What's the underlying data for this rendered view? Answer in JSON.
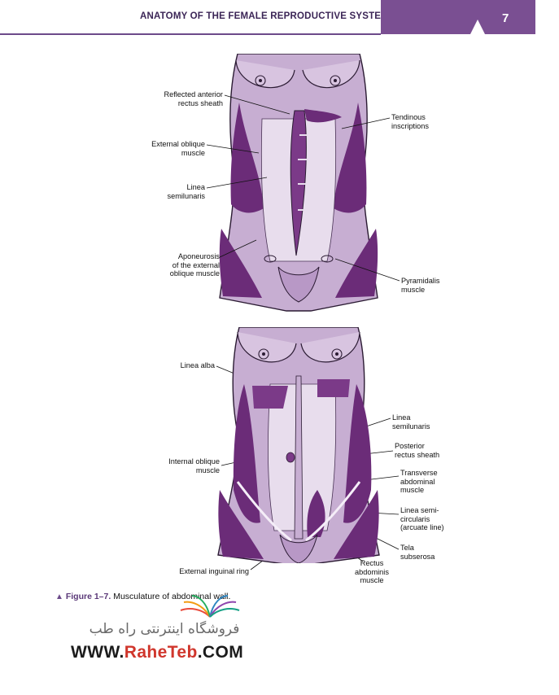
{
  "header": {
    "title": "ANATOMY OF THE FEMALE REPRODUCTIVE SYSTEM",
    "page_number": "7"
  },
  "colors": {
    "accent": "#7a4f92",
    "muscle_dark": "#6b2c78",
    "skin": "#c7aed2",
    "fascia": "#e8dded"
  },
  "figure_top": {
    "labels_left": {
      "reflected_anterior": "Reflected anterior\nrectus sheath",
      "external_oblique": "External oblique\nmuscle",
      "linea_semilunaris": "Linea\nsemilunaris",
      "aponeurosis": "Aponeurosis\nof the external\noblique muscle"
    },
    "labels_right": {
      "tendinous": "Tendinous\ninscriptions",
      "pyramidalis": "Pyramidalis\nmuscle"
    }
  },
  "figure_bottom": {
    "labels_left": {
      "linea_alba": "Linea alba",
      "internal_oblique": "Internal oblique\nmuscle",
      "external_inguinal": "External inguinal ring"
    },
    "labels_right": {
      "linea_semilunaris": "Linea\nsemilunaris",
      "posterior_rectus": "Posterior\nrectus sheath",
      "transverse": "Transverse\nabdominal\nmuscle",
      "linea_semicircularis": "Linea semi-\ncircularis\n(arcuate line)",
      "tela": "Tela\nsubserosa",
      "rectus": "Rectus\nabdominis\nmuscle"
    }
  },
  "caption": {
    "figure_label": "Figure 1–7.",
    "text": "Musculature of abdominal wall."
  },
  "watermark": {
    "persian": "فروشگاه اینترنتی راه طب",
    "url_prefix": "WWW.",
    "url_brand": "RaheTeb",
    "url_suffix": ".COM"
  }
}
